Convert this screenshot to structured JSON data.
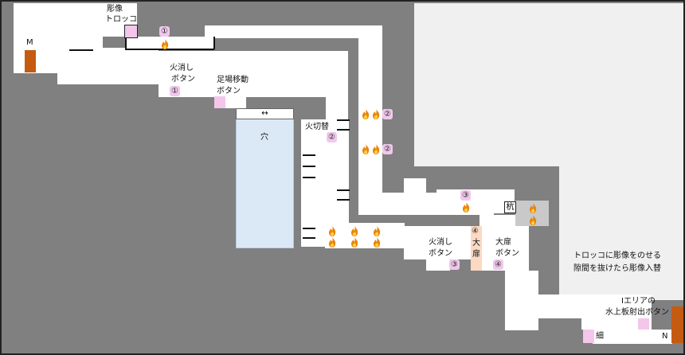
{
  "labels": {
    "trolley": [
      "彫像",
      "トロッコ"
    ],
    "door_m": "M",
    "door_n": "N",
    "fire_off_btn_1": [
      "火消し",
      "ボタン"
    ],
    "scaffold_btn": [
      "足場移動",
      "ボタン"
    ],
    "pit_arrow": "↔",
    "pit": "穴",
    "fire_switch": "火切替",
    "fire_off_btn_3": [
      "火消し",
      "ボタン"
    ],
    "big_door": [
      "④",
      "大",
      "扉"
    ],
    "big_door_btn": [
      "大扉",
      "ボタン"
    ],
    "stake": "杭",
    "narrow": "細",
    "hint": [
      "トロッコに彫像をのせる",
      "隙間を抜けたら彫像入替"
    ],
    "i_area_btn": [
      "Iエリアの",
      "水上板射出ボタン"
    ]
  },
  "markers": {
    "one": "①",
    "two": "②",
    "three": "③",
    "four": "④"
  },
  "icons": {
    "fire": "fire-icon"
  },
  "colors": {
    "wall": "#808080",
    "floor": "#ffffff",
    "outside": "#f0f0f0",
    "door": "#c55a11",
    "pit": "#dbe9f6",
    "button": "#f4c6ea",
    "big_door": "#fbd9c2"
  }
}
